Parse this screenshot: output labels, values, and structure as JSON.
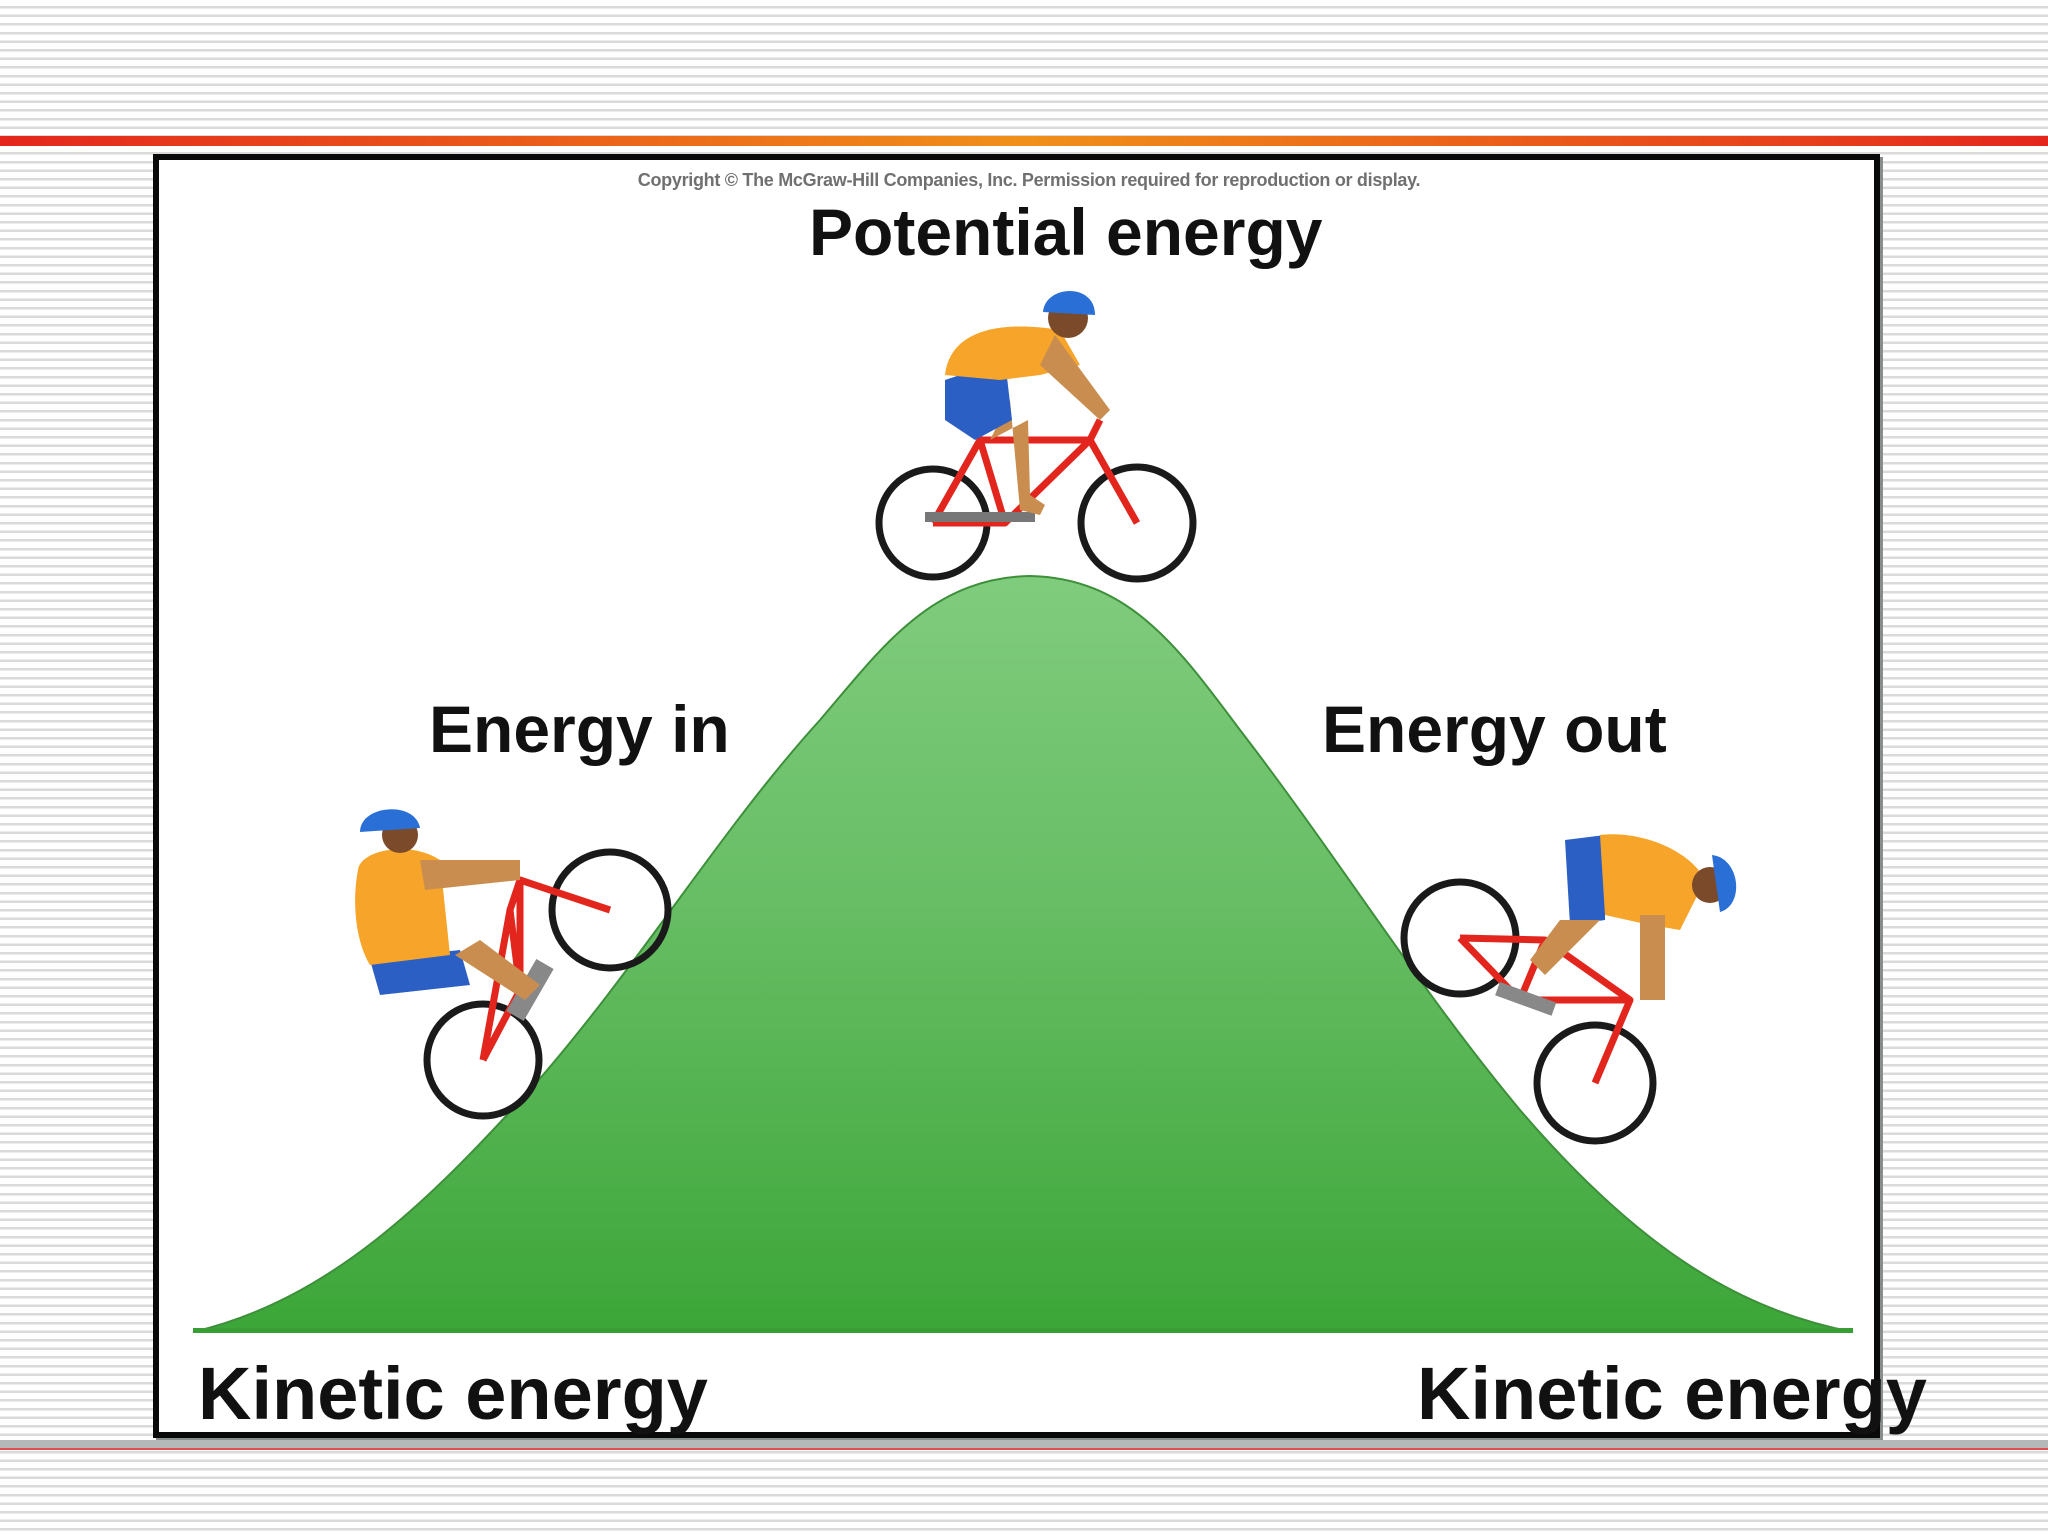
{
  "slide": {
    "background": "horizontal gray pinstripes",
    "top_bar_colors": [
      "#e4261c",
      "#f0901a",
      "#e4261c"
    ],
    "bottom_rule_color": "#e05050"
  },
  "figure": {
    "copyright": "Copyright © The McGraw-Hill Companies, Inc. Permission required for reproduction or display.",
    "labels": {
      "top": "Potential energy",
      "left_slope": "Energy in",
      "right_slope": "Energy out",
      "bottom_left": "Kinetic energy",
      "bottom_right": "Kinetic energy"
    },
    "hill": {
      "colors": {
        "top": "#80cc7e",
        "middle": "#62bb5f",
        "base": "#3ca638"
      }
    },
    "cyclists": [
      {
        "position": "climbing left slope",
        "state": "Energy in"
      },
      {
        "position": "hilltop",
        "state": "Potential energy"
      },
      {
        "position": "descending right slope",
        "state": "Energy out"
      }
    ],
    "colors": {
      "shirt": "#f6a52a",
      "shorts": "#2c5fc4",
      "helmet": "#2a6fd6",
      "frame": "#e2261e",
      "skin": "#c98e4f",
      "tire": "#1a1a1a"
    }
  }
}
